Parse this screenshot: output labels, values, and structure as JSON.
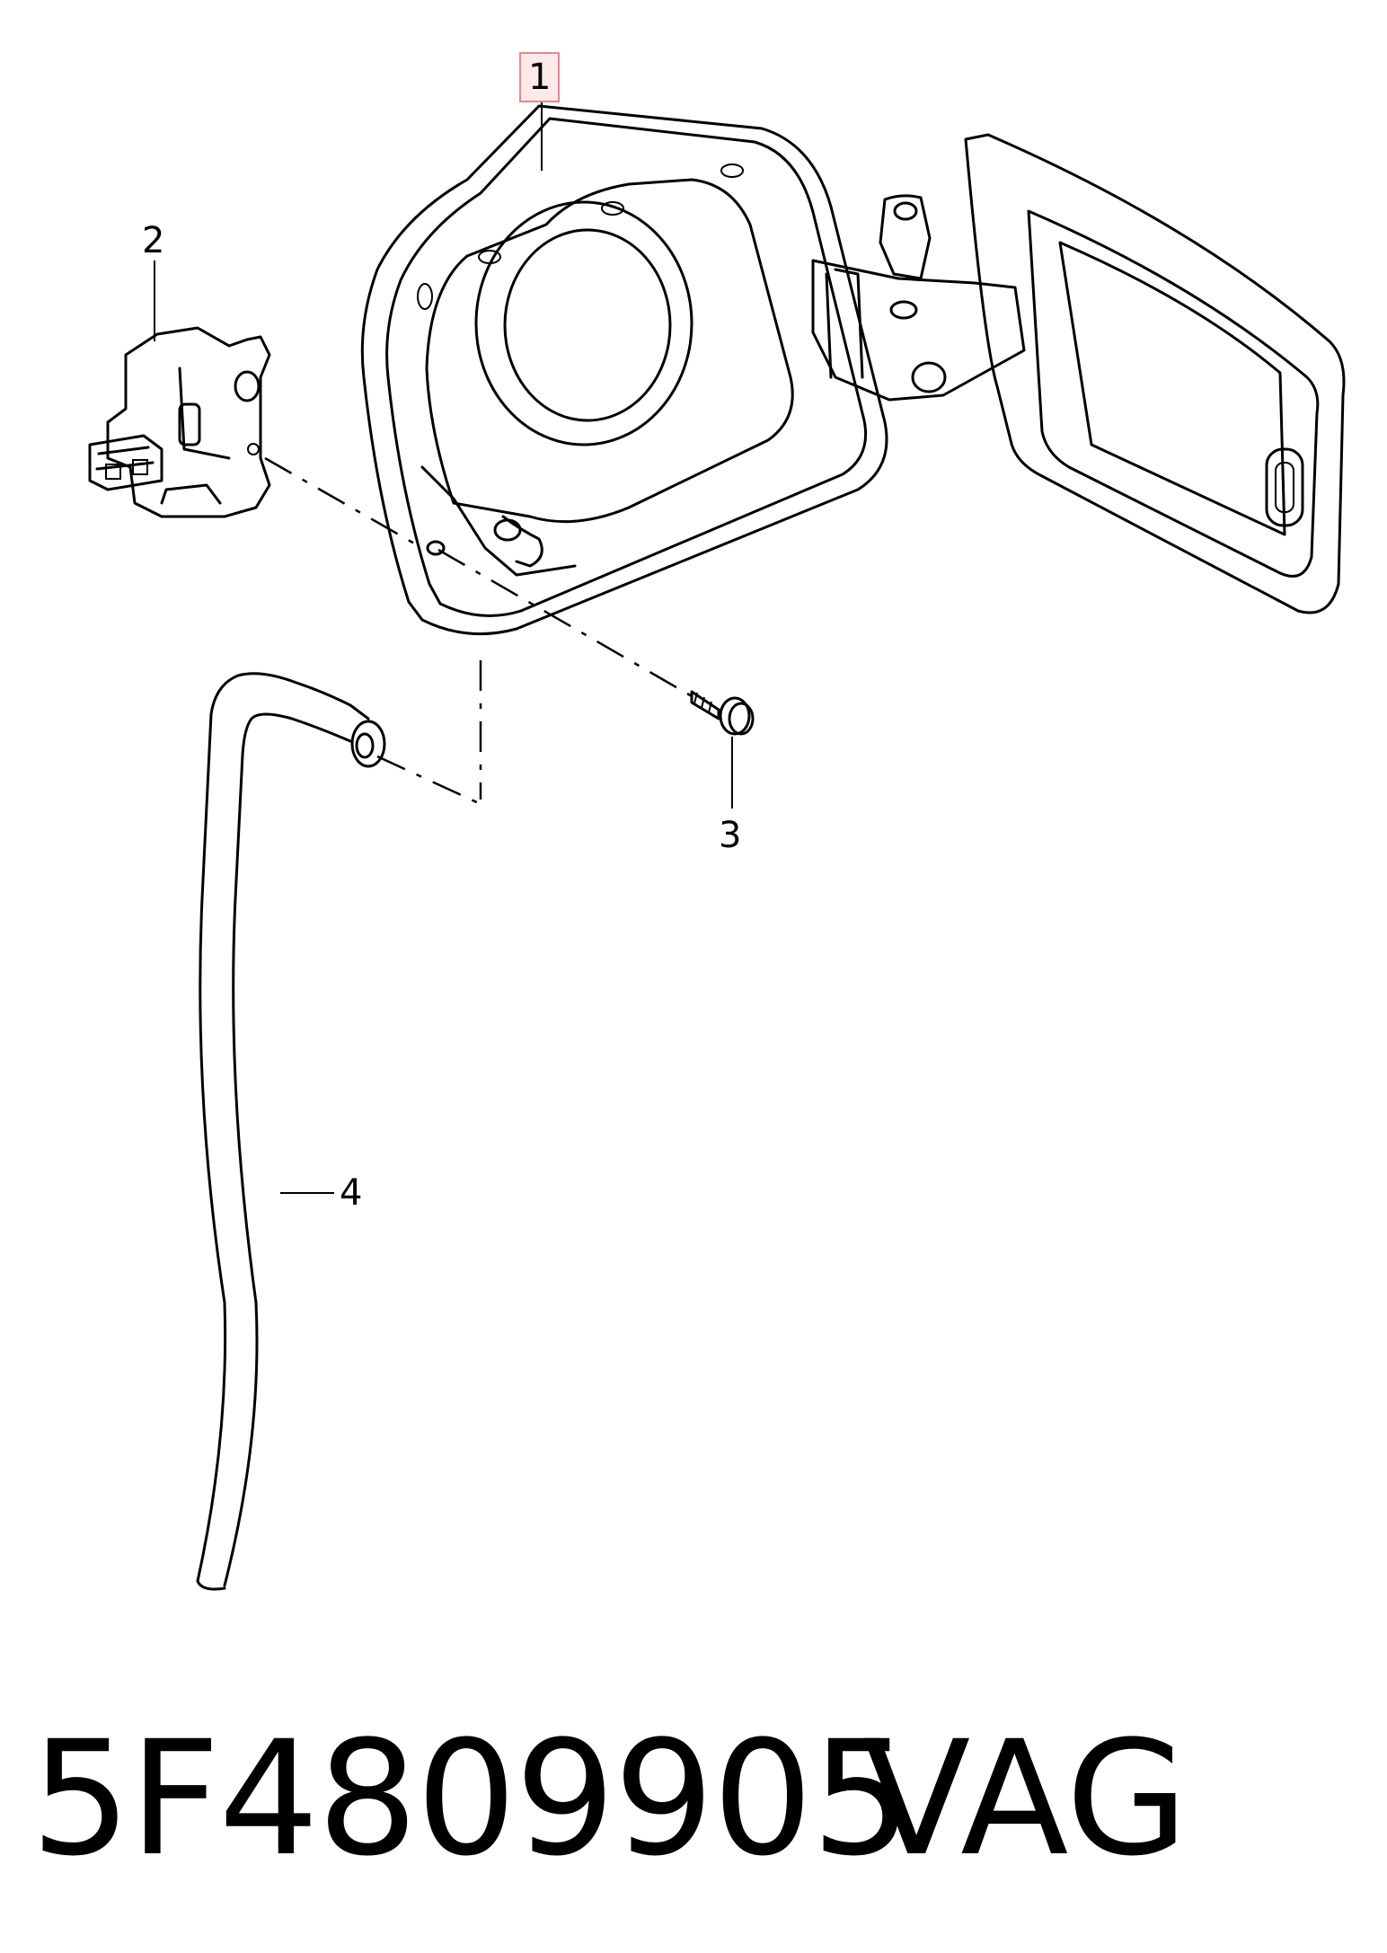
{
  "callouts": [
    {
      "id": "1",
      "label": "1"
    },
    {
      "id": "2",
      "label": "2"
    },
    {
      "id": "3",
      "label": "3"
    },
    {
      "id": "4",
      "label": "4"
    }
  ],
  "footer": {
    "part_number": "5F4809905",
    "brand": "VAG"
  },
  "colors": {
    "line": "#000000",
    "highlight_border": "#e08a8a",
    "highlight_fill": "#fde9e9"
  }
}
